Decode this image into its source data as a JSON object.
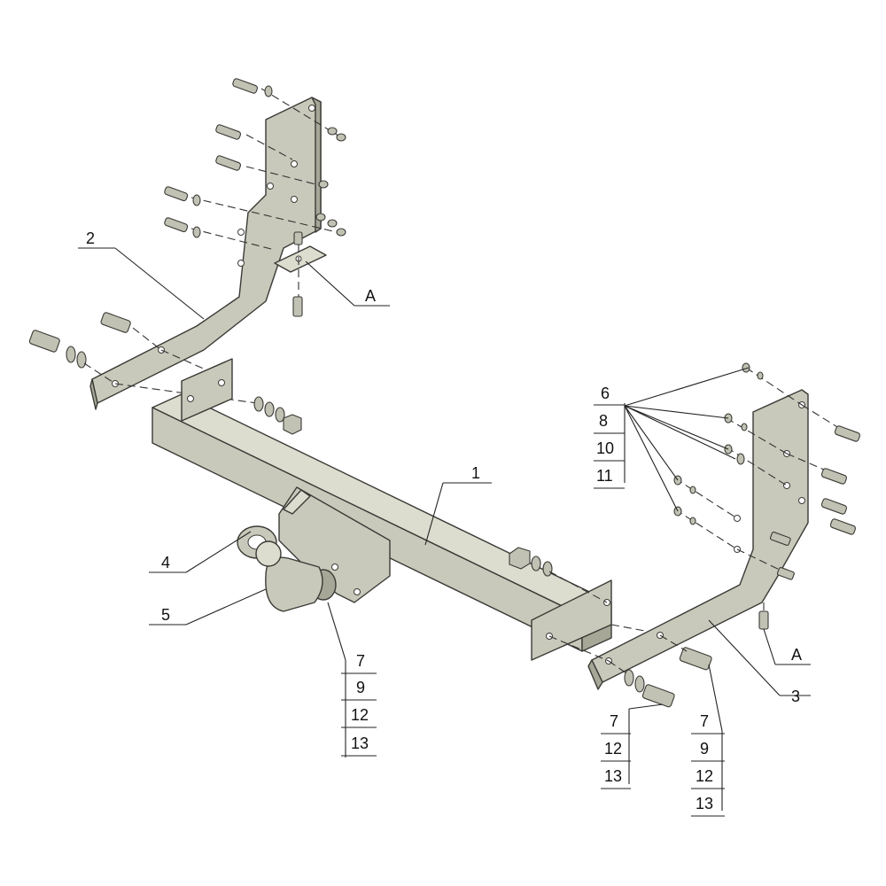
{
  "callouts": {
    "main_beam": "1",
    "left_bracket": "2",
    "right_bracket": "3",
    "socket_plate": "4",
    "tow_ball": "5",
    "detail_left": "A",
    "detail_right": "A"
  },
  "stacks": {
    "upper_right": [
      "6",
      "8",
      "10",
      "11"
    ],
    "ball_mount": [
      "7",
      "9",
      "12",
      "13"
    ],
    "bottom_mid": [
      "7",
      "12",
      "13"
    ],
    "bottom_right": [
      "7",
      "9",
      "12",
      "13"
    ]
  },
  "colors": {
    "part_fill": "#c9c9bb",
    "outline": "#3a3a36",
    "background": "#ffffff"
  }
}
